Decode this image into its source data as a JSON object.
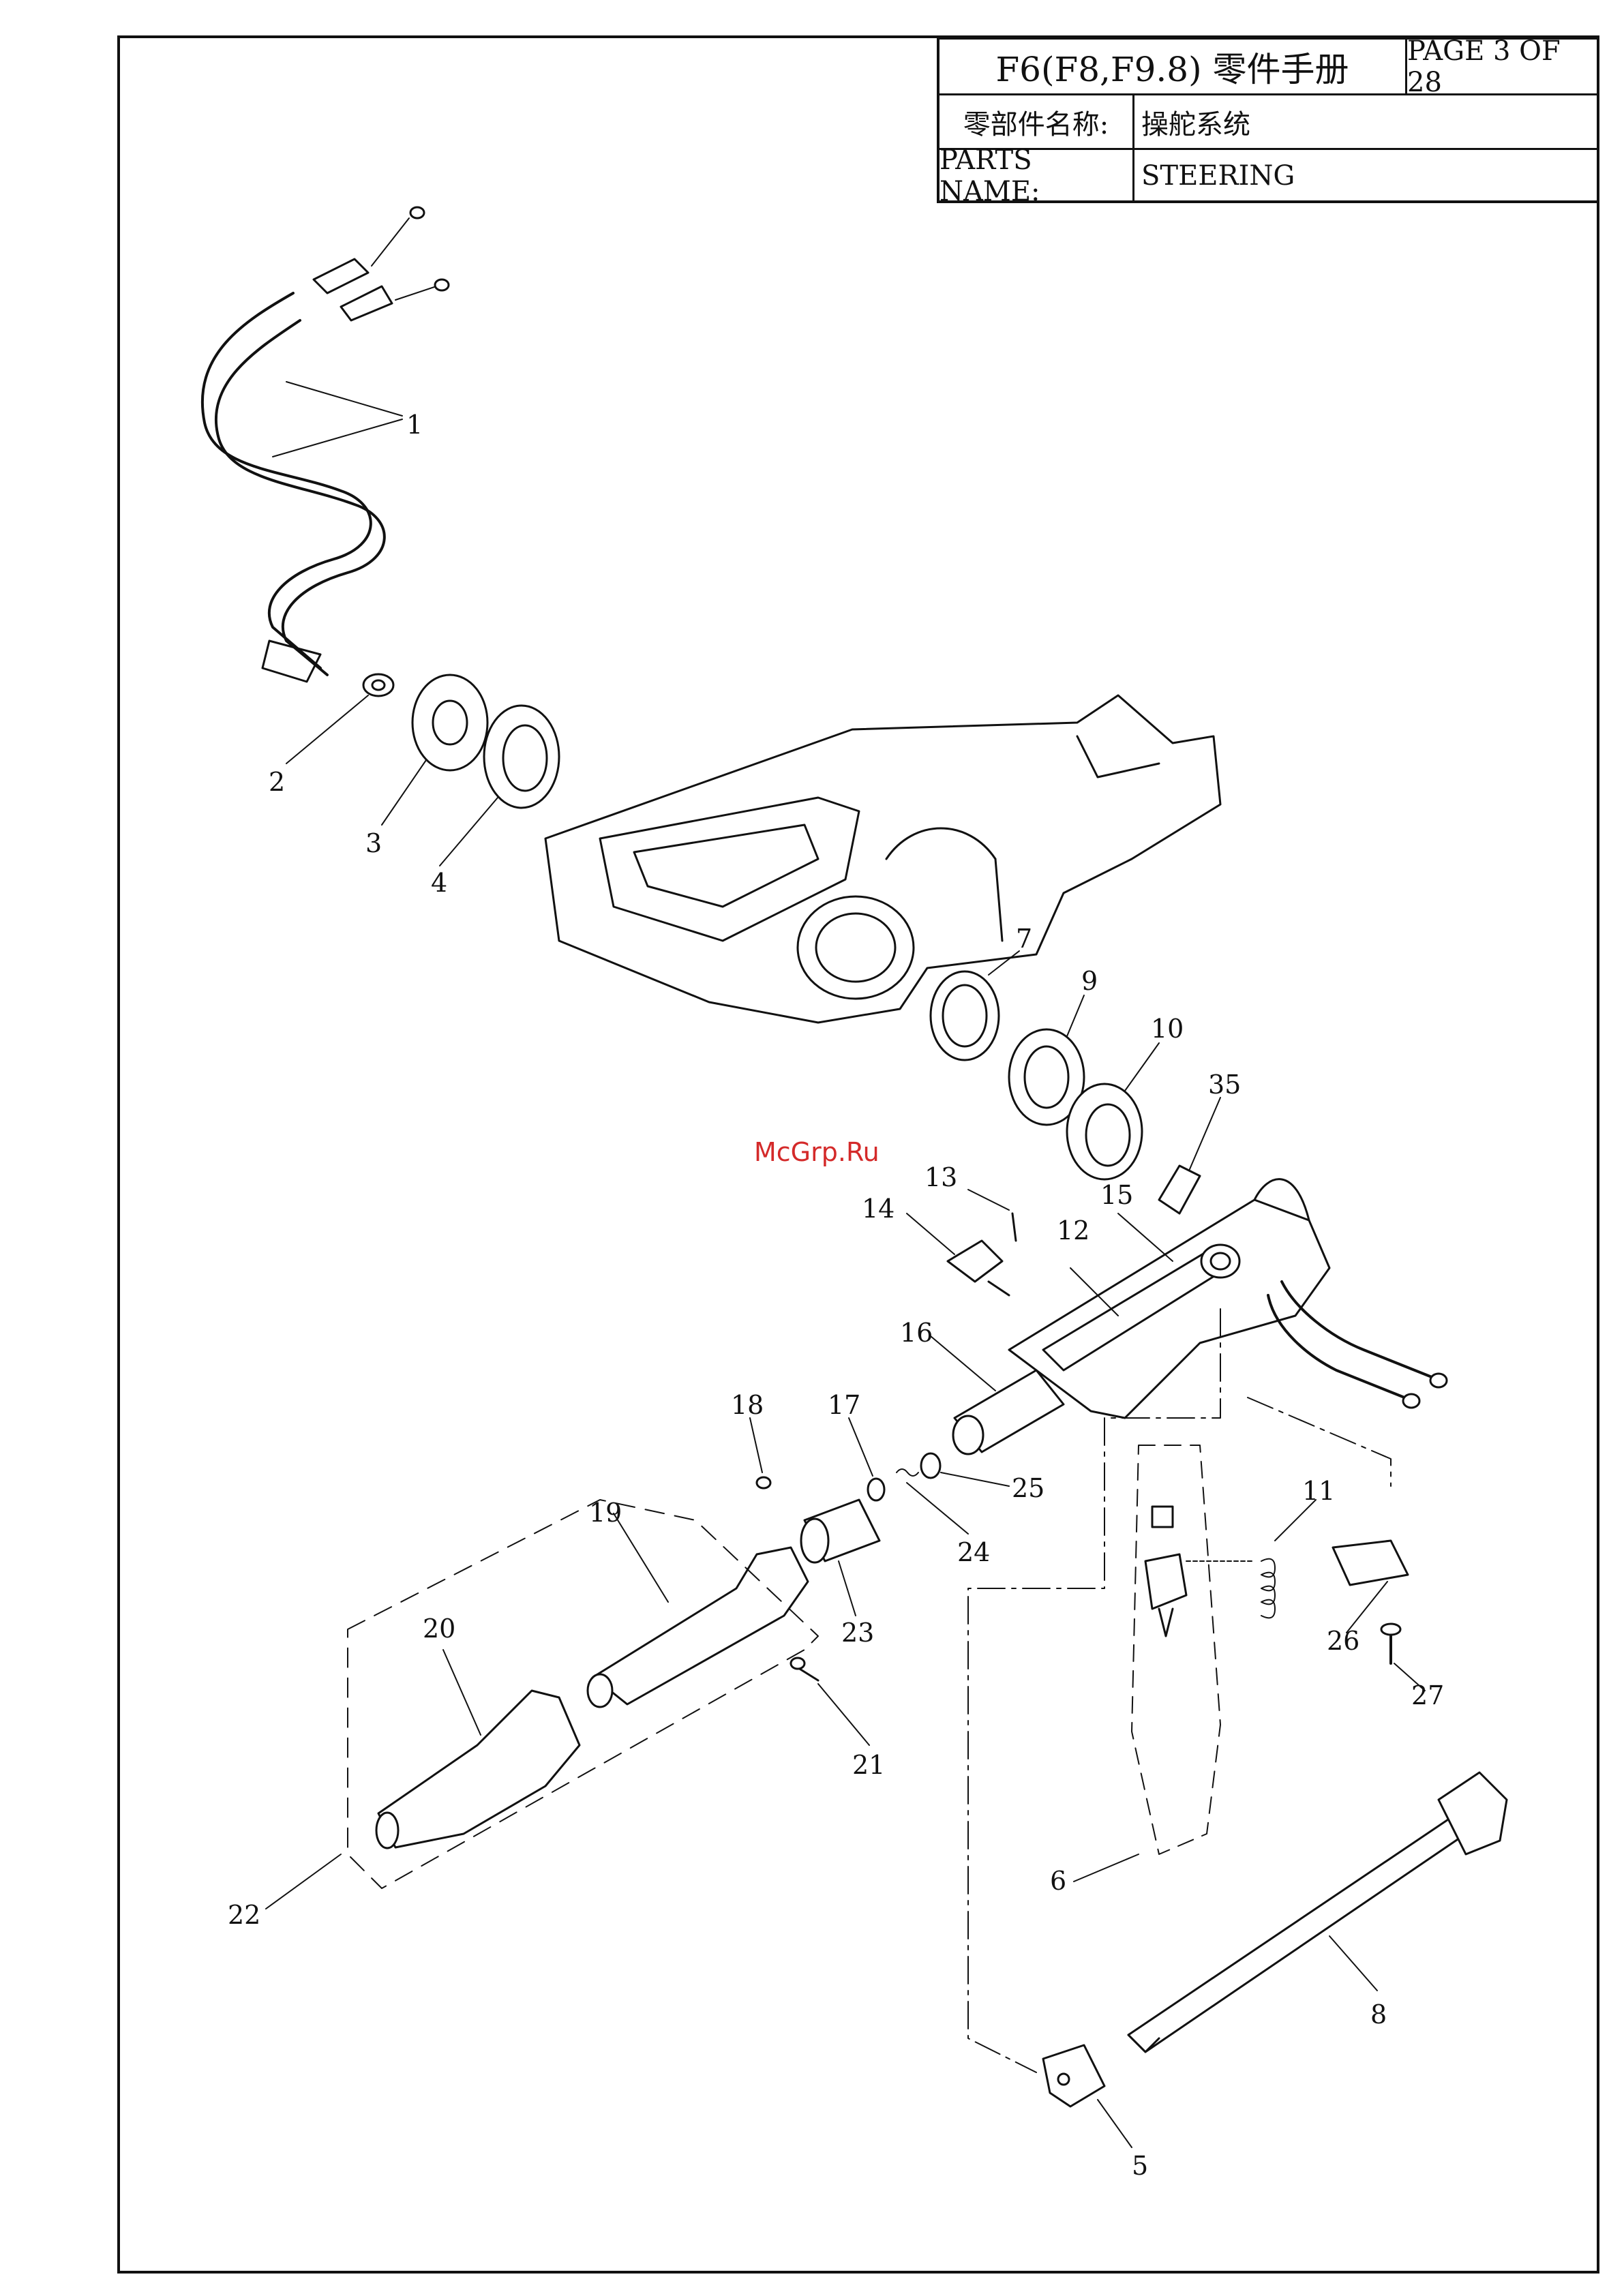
{
  "title_block": {
    "title": "F6(F8,F9.8) 零件手册",
    "page": "PAGE 3 OF 28",
    "name_cn_label": "零部件名称:",
    "name_cn_value": "操舵系统",
    "name_en_label": "PARTS NAME:",
    "name_en_value": "STEERING"
  },
  "watermark": "McGrp.Ru",
  "callouts": [
    {
      "id": "c1",
      "label": "1"
    },
    {
      "id": "c2",
      "label": "2"
    },
    {
      "id": "c3",
      "label": "3"
    },
    {
      "id": "c4",
      "label": "4"
    },
    {
      "id": "c5",
      "label": "5"
    },
    {
      "id": "c6",
      "label": "6"
    },
    {
      "id": "c7",
      "label": "7"
    },
    {
      "id": "c8",
      "label": "8"
    },
    {
      "id": "c9",
      "label": "9"
    },
    {
      "id": "c10",
      "label": "10"
    },
    {
      "id": "c11",
      "label": "11"
    },
    {
      "id": "c12",
      "label": "12"
    },
    {
      "id": "c13",
      "label": "13"
    },
    {
      "id": "c14",
      "label": "14"
    },
    {
      "id": "c15",
      "label": "15"
    },
    {
      "id": "c16",
      "label": "16"
    },
    {
      "id": "c17",
      "label": "17"
    },
    {
      "id": "c18",
      "label": "18"
    },
    {
      "id": "c19",
      "label": "19"
    },
    {
      "id": "c20",
      "label": "20"
    },
    {
      "id": "c21",
      "label": "21"
    },
    {
      "id": "c22",
      "label": "22"
    },
    {
      "id": "c23",
      "label": "23"
    },
    {
      "id": "c24",
      "label": "24"
    },
    {
      "id": "c25",
      "label": "25"
    },
    {
      "id": "c26",
      "label": "26"
    },
    {
      "id": "c27",
      "label": "27"
    },
    {
      "id": "c35",
      "label": "35"
    }
  ]
}
